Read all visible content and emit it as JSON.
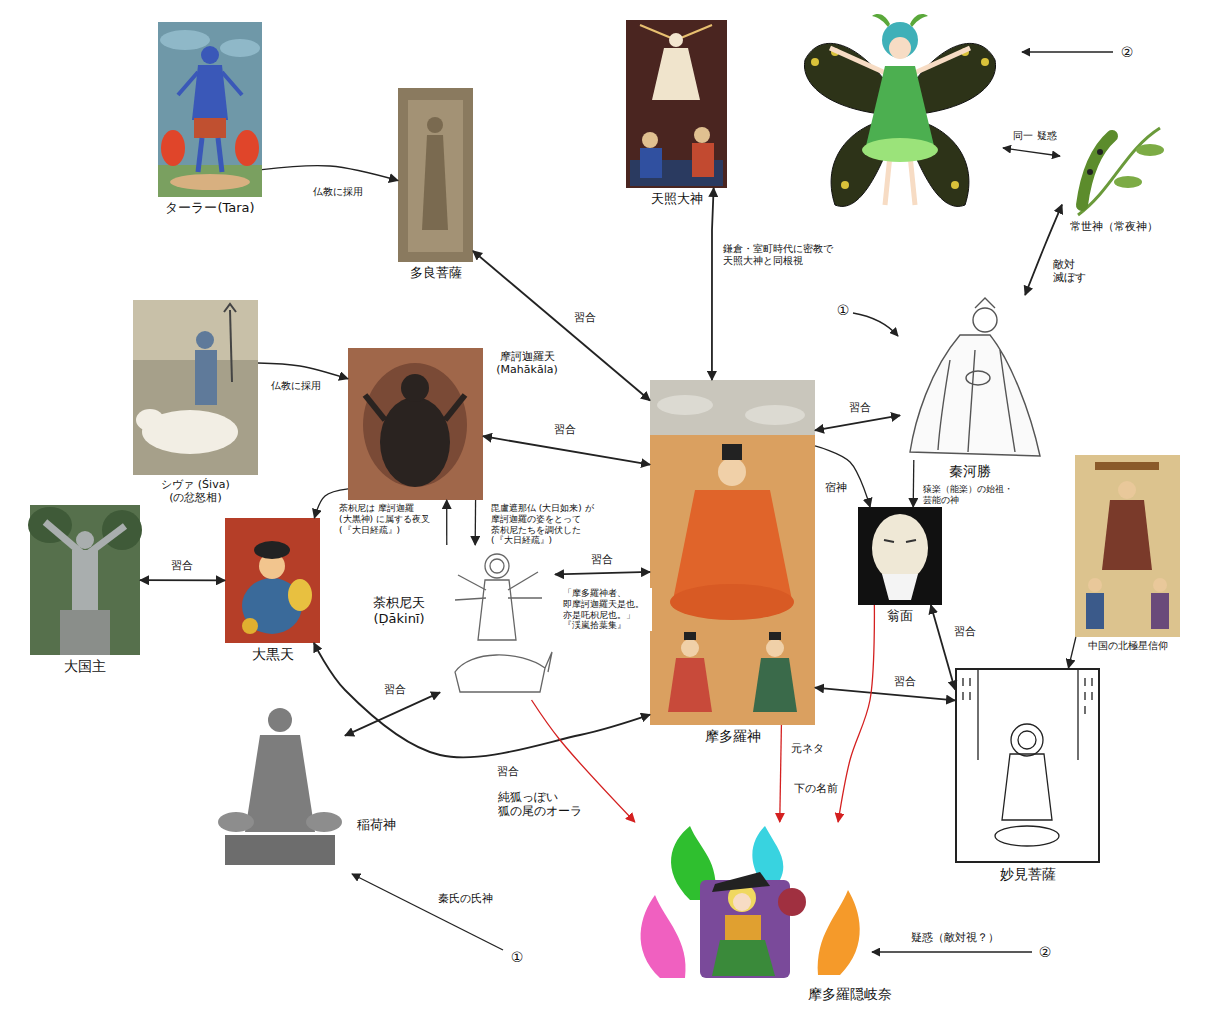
{
  "diagram": {
    "nodes": [
      {
        "text": [
          "ターラー(Tara)"
        ]
      },
      {
        "text": [
          "多良菩薩"
        ]
      },
      {
        "text": [
          "天照大神"
        ]
      },
      {
        "text": [
          "常世神（常夜神）"
        ]
      },
      {
        "text": [
          "シヴァ (Śiva)",
          "(の忿怒相)"
        ]
      },
      {
        "text": [
          "摩訶迦羅天 (Mahākāla)"
        ]
      },
      {
        "text": [
          "秦河勝"
        ]
      },
      {
        "text": [
          "大国主"
        ]
      },
      {
        "text": [
          "大黒天"
        ]
      },
      {
        "text": [
          "荼枳尼天 (Ḍākinī)"
        ]
      },
      {
        "text": [
          "摩多羅神"
        ]
      },
      {
        "text": [
          "翁面"
        ]
      },
      {
        "text": [
          "中国の北極星信仰"
        ]
      },
      {
        "text": [
          "稲荷神"
        ]
      },
      {
        "text": [
          "妙見菩薩"
        ]
      },
      {
        "text": [
          "摩多羅隠岐奈"
        ]
      }
    ],
    "edges": [
      {
        "from": 0,
        "to": 1,
        "arrow": "to",
        "label": "仏教に採用"
      },
      {
        "from": 1,
        "to": 10,
        "arrow": "both",
        "label": "習合"
      },
      {
        "from": 2,
        "to": 10,
        "arrow": "both",
        "label": "鎌倉・室町時代に密教で 天照大神と同根視"
      },
      {
        "from": 3,
        "to": 6,
        "arrow": "both",
        "label": "敵対 滅ぼす"
      },
      {
        "from": 4,
        "to": 5,
        "arrow": "to",
        "label": "仏教に採用"
      },
      {
        "from": 5,
        "to": 10,
        "arrow": "both",
        "label": "習合"
      },
      {
        "from": 5,
        "to": 8,
        "arrow": "to"
      },
      {
        "from": 9,
        "to": 5,
        "arrow": "to",
        "label": "荼枳尼は 摩訶迦羅 (大黒神) に属する夜叉 (『大日経疏』)"
      },
      {
        "from": 5,
        "to": 9,
        "arrow": "to",
        "label": "毘盧遮那仏 (大日如来) が 摩訶迦羅の姿をとって 荼枳尼たちを調伏した (『大日経疏』)"
      },
      {
        "from": 9,
        "to": 10,
        "arrow": "both",
        "label": "習合"
      },
      {
        "from": 7,
        "to": 8,
        "arrow": "both",
        "label": "習合"
      },
      {
        "from": 8,
        "to": 10,
        "arrow": "both",
        "label": "習合"
      },
      {
        "from": 13,
        "to": 9,
        "arrow": "both",
        "label": "習合"
      },
      {
        "from": 10,
        "to": 6,
        "arrow": "both",
        "label": "習合"
      },
      {
        "from": 10,
        "to": 11,
        "arrow": "to",
        "label": "宿神"
      },
      {
        "from": 6,
        "to": 11,
        "arrow": "to",
        "label": "猿楽（能楽）の始祖・ 芸能の神"
      },
      {
        "from": 11,
        "to": 14,
        "arrow": "both",
        "label": "習合"
      },
      {
        "from": 10,
        "to": 14,
        "arrow": "both",
        "label": "習合"
      },
      {
        "from": 12,
        "to": 14,
        "arrow": "to"
      },
      {
        "from": 9,
        "to": 15,
        "arrow": "to",
        "label": "純狐っぽい 狐の尾のオーラ"
      },
      {
        "from": 10,
        "to": 15,
        "arrow": "to",
        "label": "元ネタ"
      },
      {
        "from": 11,
        "to": 15,
        "arrow": "to",
        "label": "下の名前"
      }
    ],
    "labels": [
      "②",
      "同一 疑惑",
      "①",
      "「摩多羅神者、 即摩訶迦羅天是也。 亦是吒枳尼也。」 『渓嵐拾葉集』",
      "秦氏の氏神",
      "疑惑（敵対視？）",
      "②",
      "①"
    ]
  }
}
